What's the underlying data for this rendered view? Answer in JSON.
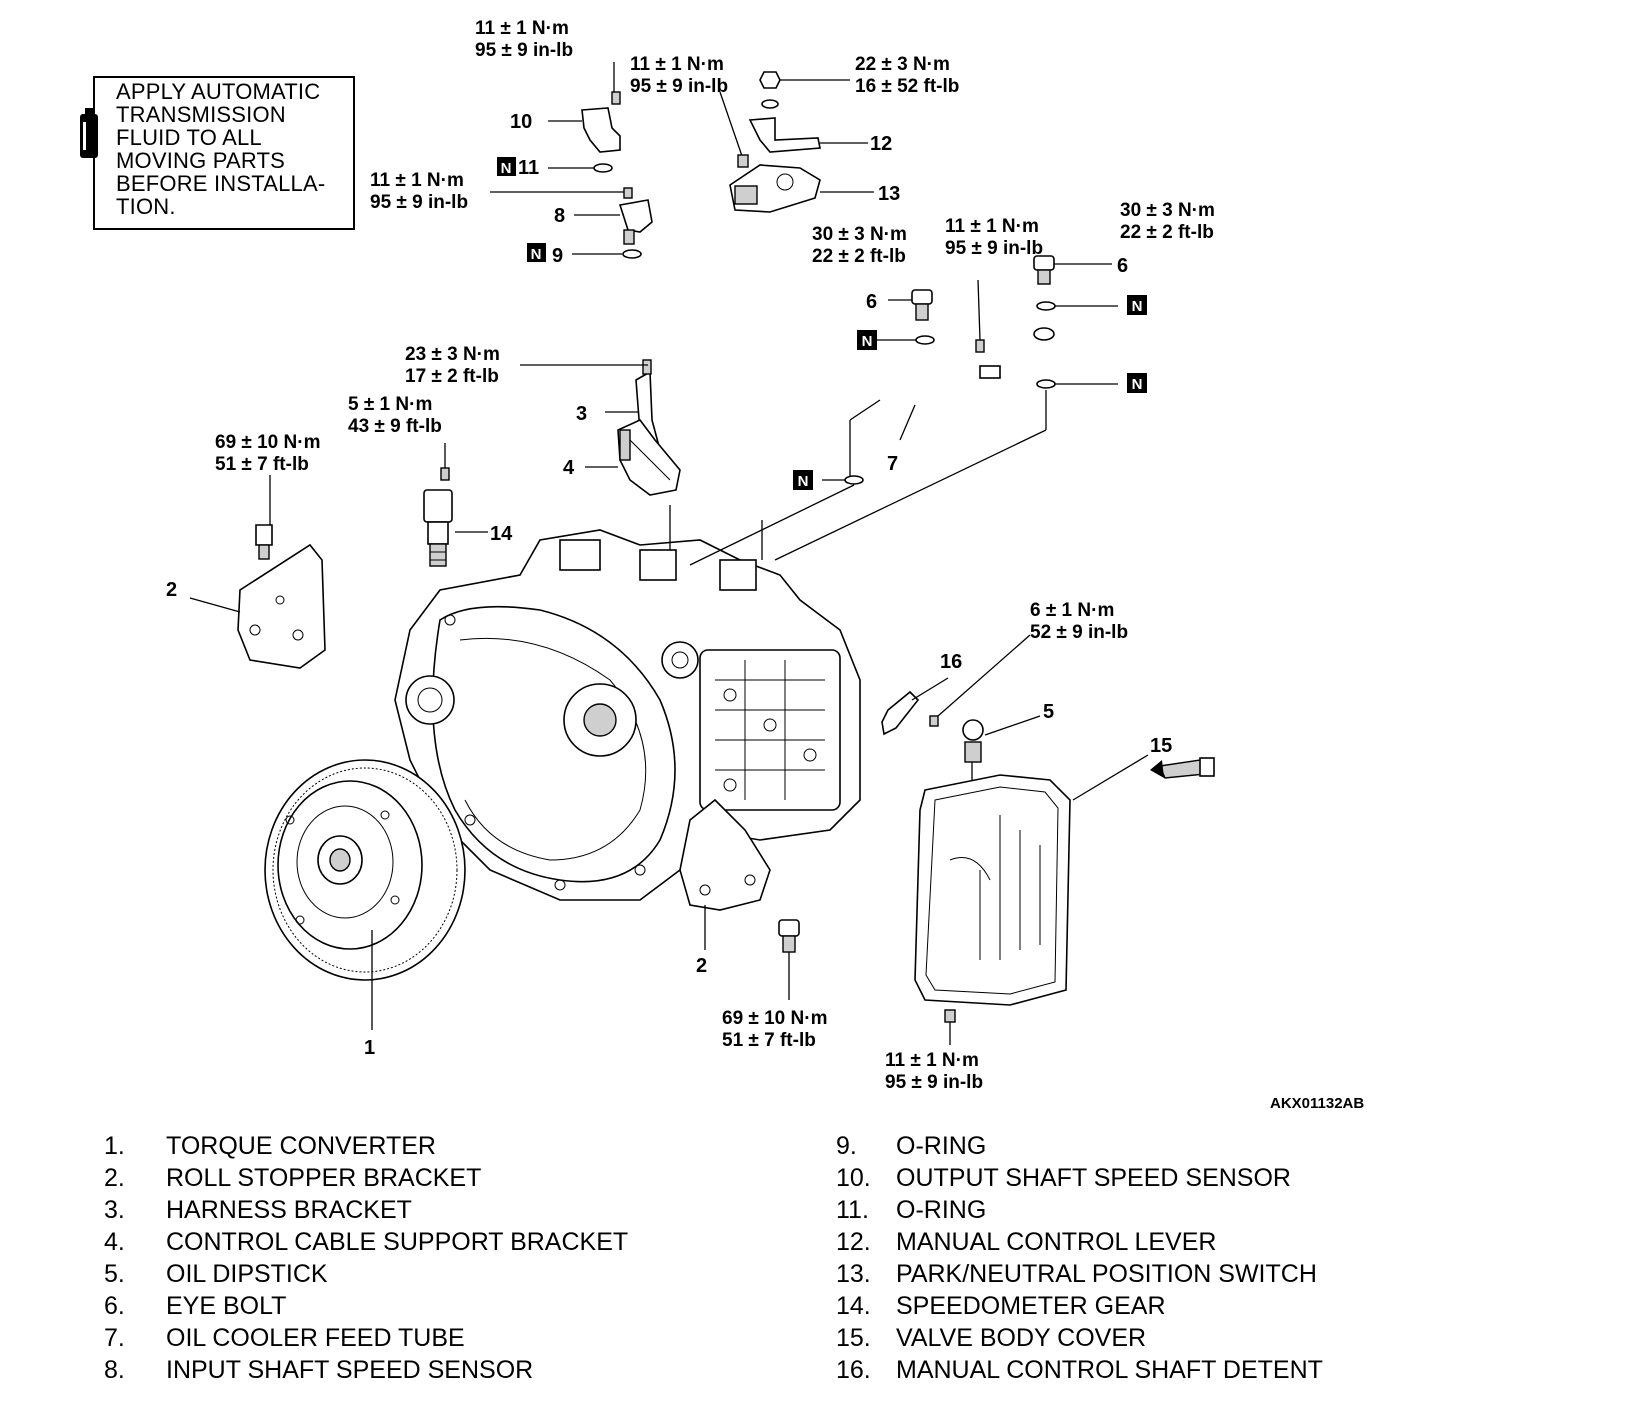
{
  "note": {
    "text": "APPLY AUTOMATIC\nTRANSMISSION\nFLUID TO ALL\nMOVING PARTS\nBEFORE INSTALLA-\nTION."
  },
  "torques": {
    "t10_a": "11 ± 1 N·m",
    "t10_b": "95 ± 9 in-lb",
    "t12_a": "11 ± 1 N·m",
    "t12_b": "95 ± 9 in-lb",
    "t12n_a": "22 ± 3 N·m",
    "t12n_b": "16 ± 52 ft-lb",
    "t8_a": "11 ± 1 N·m",
    "t8_b": "95 ± 9 in-lb",
    "t6l_a": "30 ± 3 N·m",
    "t6l_b": "22 ± 2 ft-lb",
    "t7_a": "11 ± 1 N·m",
    "t7_b": "95 ± 9 in-lb",
    "t6r_a": "30 ± 3 N·m",
    "t6r_b": "22 ± 2 ft-lb",
    "t3_a": "23 ± 3 N·m",
    "t3_b": "17 ± 2 ft-lb",
    "t14_a": "5 ± 1 N·m",
    "t14_b": "43 ± 9 ft-lb",
    "t2l_a": "69 ± 10 N·m",
    "t2l_b": "51 ± 7 ft-lb",
    "t16_a": "6 ± 1 N·m",
    "t16_b": "52 ± 9 in-lb",
    "t2r_a": "69 ± 10 N·m",
    "t2r_b": "51 ± 7 ft-lb",
    "t15_a": "11 ± 1 N·m",
    "t15_b": "95 ± 9 in-lb"
  },
  "callouts": {
    "c1": "1",
    "c2a": "2",
    "c2b": "2",
    "c3": "3",
    "c4": "4",
    "c5": "5",
    "c6a": "6",
    "c6b": "6",
    "c7": "7",
    "c8": "8",
    "c9": "9",
    "c10": "10",
    "c11": "11",
    "c12": "12",
    "c13": "13",
    "c14": "14",
    "c15": "15",
    "c16": "16"
  },
  "new_part_marker": "N",
  "figure_ref": "AKX01132AB",
  "legend": [
    {
      "num": "1.",
      "label": "TORQUE CONVERTER"
    },
    {
      "num": "2.",
      "label": "ROLL STOPPER BRACKET"
    },
    {
      "num": "3.",
      "label": "HARNESS BRACKET"
    },
    {
      "num": "4.",
      "label": "CONTROL CABLE SUPPORT BRACKET"
    },
    {
      "num": "5.",
      "label": "OIL DIPSTICK"
    },
    {
      "num": "6.",
      "label": "EYE BOLT"
    },
    {
      "num": "7.",
      "label": "OIL COOLER FEED TUBE"
    },
    {
      "num": "8.",
      "label": "INPUT SHAFT SPEED SENSOR"
    },
    {
      "num": "9.",
      "label": "O-RING"
    },
    {
      "num": "10.",
      "label": "OUTPUT SHAFT SPEED SENSOR"
    },
    {
      "num": "11.",
      "label": "O-RING"
    },
    {
      "num": "12.",
      "label": "MANUAL CONTROL LEVER"
    },
    {
      "num": "13.",
      "label": "PARK/NEUTRAL POSITION SWITCH"
    },
    {
      "num": "14.",
      "label": "SPEEDOMETER GEAR"
    },
    {
      "num": "15.",
      "label": "VALVE BODY COVER"
    },
    {
      "num": "16.",
      "label": "MANUAL CONTROL SHAFT DETENT"
    }
  ]
}
